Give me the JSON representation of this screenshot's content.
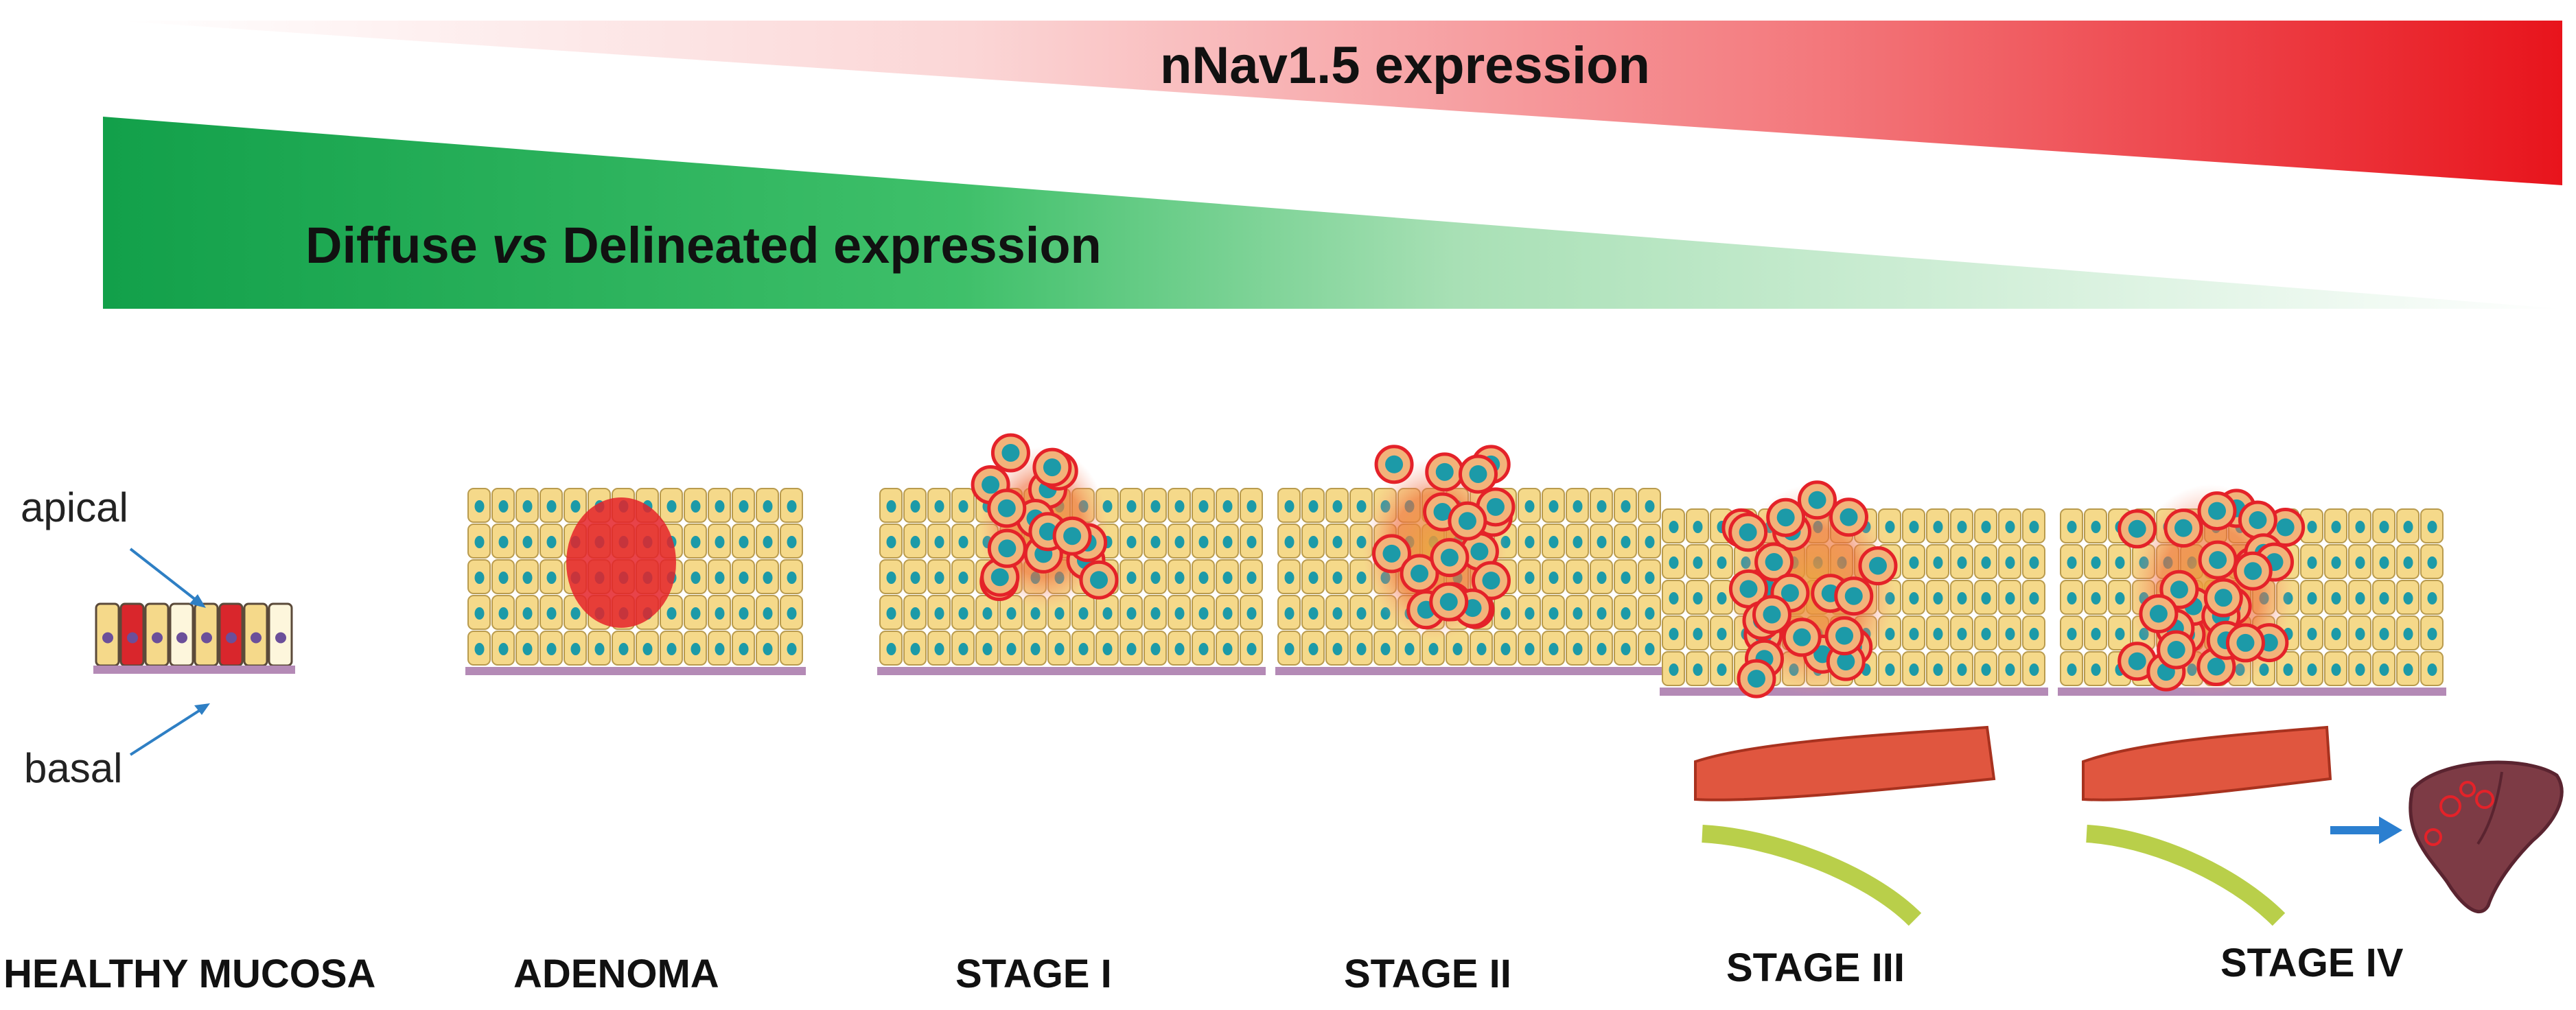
{
  "wedges": {
    "nav_expression": {
      "label": "nNav1.5 expression",
      "color": "#e8141c"
    },
    "diffuse": {
      "label_part1": "Diffuse ",
      "label_vs": "vs",
      "label_part2": " Delineated expression",
      "color": "#1aa64a"
    }
  },
  "orientation": {
    "apical": "apical",
    "basal": "basal",
    "arrow_color": "#2e7fc4"
  },
  "stages": [
    {
      "label": "HEALTHY MUCOSA"
    },
    {
      "label": "ADENOMA"
    },
    {
      "label": "STAGE I"
    },
    {
      "label": "STAGE II"
    },
    {
      "label": "STAGE III"
    },
    {
      "label": "STAGE IV"
    }
  ],
  "colors": {
    "cell": "#f5d98a",
    "cell_border": "#b99b4e",
    "nucleus": "#1c9aa8",
    "basement": "#b48ab6",
    "tumor": "#e42229",
    "vessel": "#e0563f",
    "lymph": "#b9cf4a",
    "liver": "#7d3b45",
    "metastasis_arrow": "#2b7fd0"
  }
}
